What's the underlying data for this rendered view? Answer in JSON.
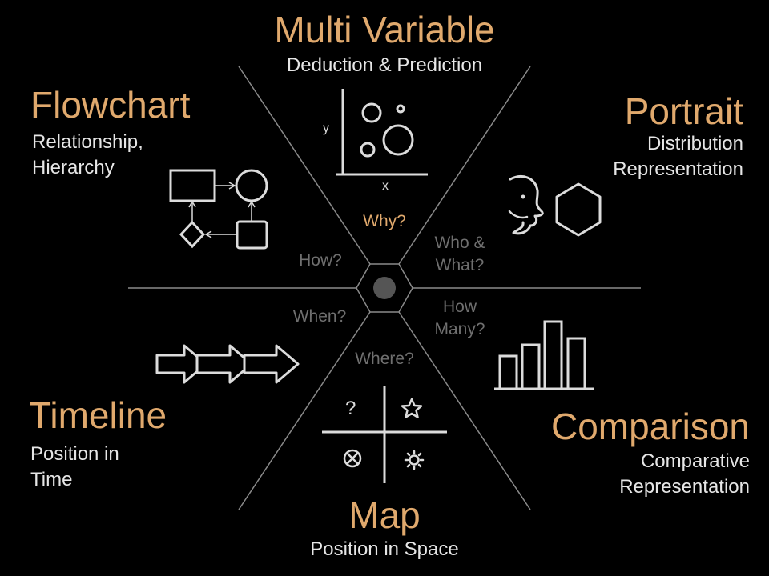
{
  "colors": {
    "background": "#000000",
    "accent": "#e0a96d",
    "text": "#e6e6e6",
    "muted": "#6f6f6f",
    "lines": "#8a8a8a",
    "icons": "#dcdcdc"
  },
  "categories": {
    "multi_variable": {
      "title": "Multi Variable",
      "subtitle": "Deduction & Prediction",
      "question": "Why?",
      "icon": "scatter-plot-icon",
      "axis_x": "x",
      "axis_y": "y"
    },
    "portrait": {
      "title": "Portrait",
      "subtitle_line1": "Distribution",
      "subtitle_line2": "Representation",
      "question_line1": "Who &",
      "question_line2": "What?",
      "icon": "face-hexagon-icon"
    },
    "comparison": {
      "title": "Comparison",
      "subtitle_line1": "Comparative",
      "subtitle_line2": "Representation",
      "question_line1": "How",
      "question_line2": "Many?",
      "icon": "bar-chart-icon"
    },
    "map": {
      "title": "Map",
      "subtitle": "Position in Space",
      "question": "Where?",
      "icon": "map-quadrant-icon",
      "quadrant_glyph": "?"
    },
    "timeline": {
      "title": "Timeline",
      "subtitle_line1": "Position in",
      "subtitle_line2": "Time",
      "question": "When?",
      "icon": "arrows-timeline-icon"
    },
    "flowchart": {
      "title": "Flowchart",
      "subtitle_line1": "Relationship,",
      "subtitle_line2": "Hierarchy",
      "question": "How?",
      "icon": "flowchart-icon"
    }
  },
  "center": {
    "icon": "hexagon-hub-icon"
  }
}
